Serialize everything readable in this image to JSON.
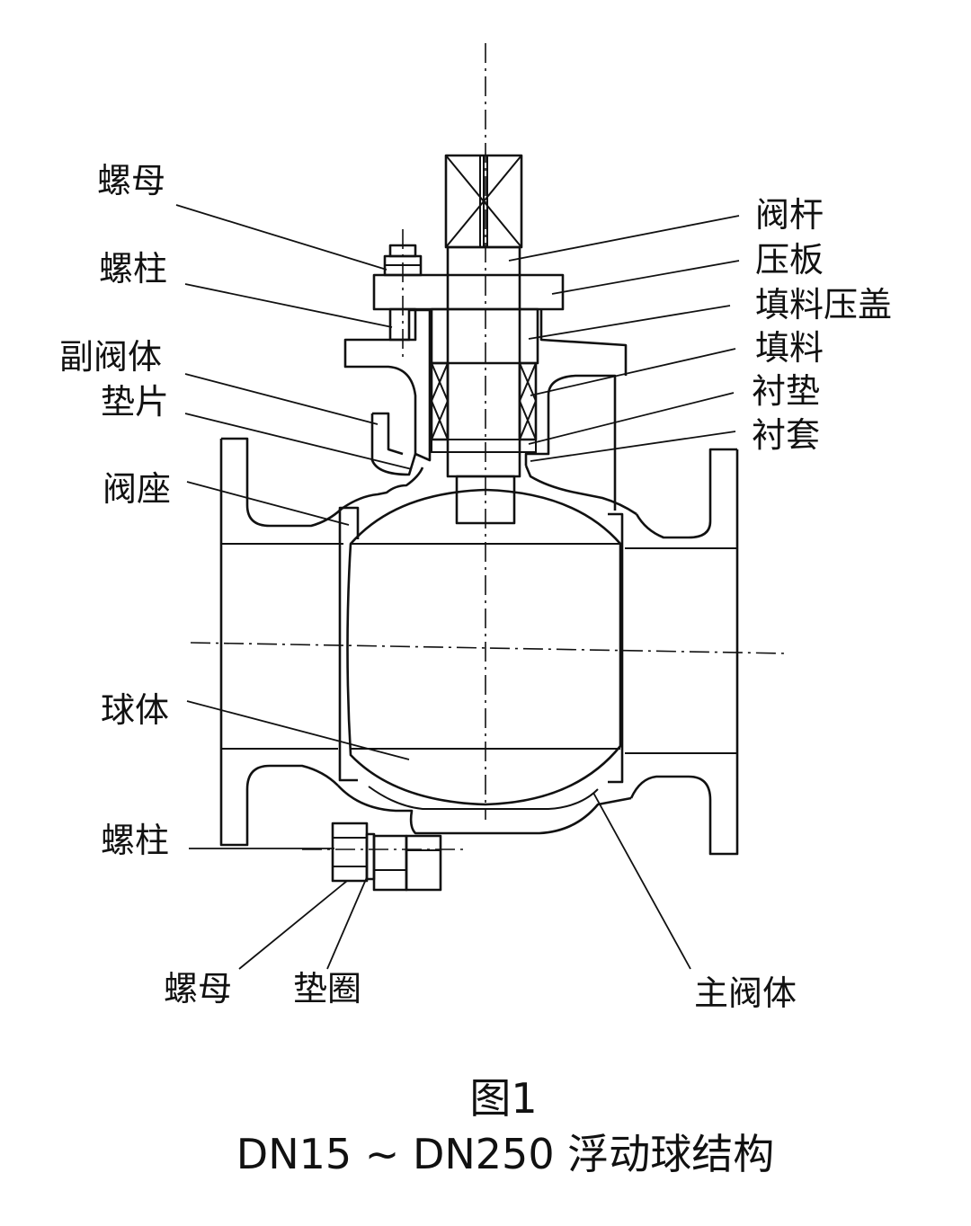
{
  "labels": {
    "nut_top": "螺母",
    "stud_top": "螺柱",
    "aux_body": "副阀体",
    "gasket": "垫片",
    "seat": "阀座",
    "ball": "球体",
    "stud_bottom": "螺柱",
    "nut_bottom": "螺母",
    "washer": "垫圈",
    "main_body": "主阀体",
    "stem": "阀杆",
    "pressure_plate": "压板",
    "gland": "填料压盖",
    "packing": "填料",
    "liner_pad": "衬垫",
    "liner_sleeve": "衬套"
  },
  "caption": {
    "figure": "图1",
    "title": "DN15 ~ DN250 浮动球结构"
  }
}
